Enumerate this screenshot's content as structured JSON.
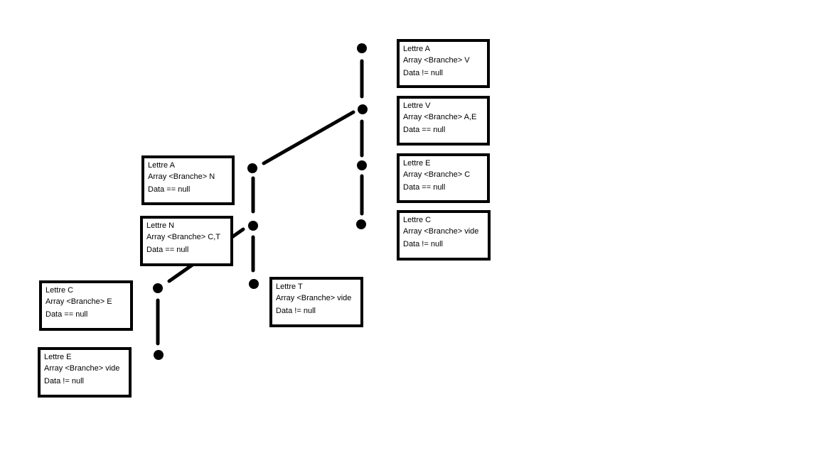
{
  "nodes": [
    {
      "lettre": "Lettre A",
      "array": "Array <Branche> V",
      "data": "Data != null"
    },
    {
      "lettre": "Lettre V",
      "array": "Array <Branche> A,E",
      "data": "Data == null"
    },
    {
      "lettre": "Lettre E",
      "array": "Array <Branche> C",
      "data": "Data == null"
    },
    {
      "lettre": "Lettre C",
      "array": "Array <Branche> vide",
      "data": "Data != null"
    },
    {
      "lettre": "Lettre A",
      "array": "Array <Branche> N",
      "data": "Data == null"
    },
    {
      "lettre": "Lettre N",
      "array": "Array <Branche> C,T",
      "data": "Data == null"
    },
    {
      "lettre": "Lettre T",
      "array": "Array <Branche> vide",
      "data": "Data != null"
    },
    {
      "lettre": "Lettre C",
      "array": "Array <Branche> E",
      "data": "Data == null"
    },
    {
      "lettre": "Lettre E",
      "array": "Array <Branche> vide",
      "data": "Data != null"
    }
  ]
}
